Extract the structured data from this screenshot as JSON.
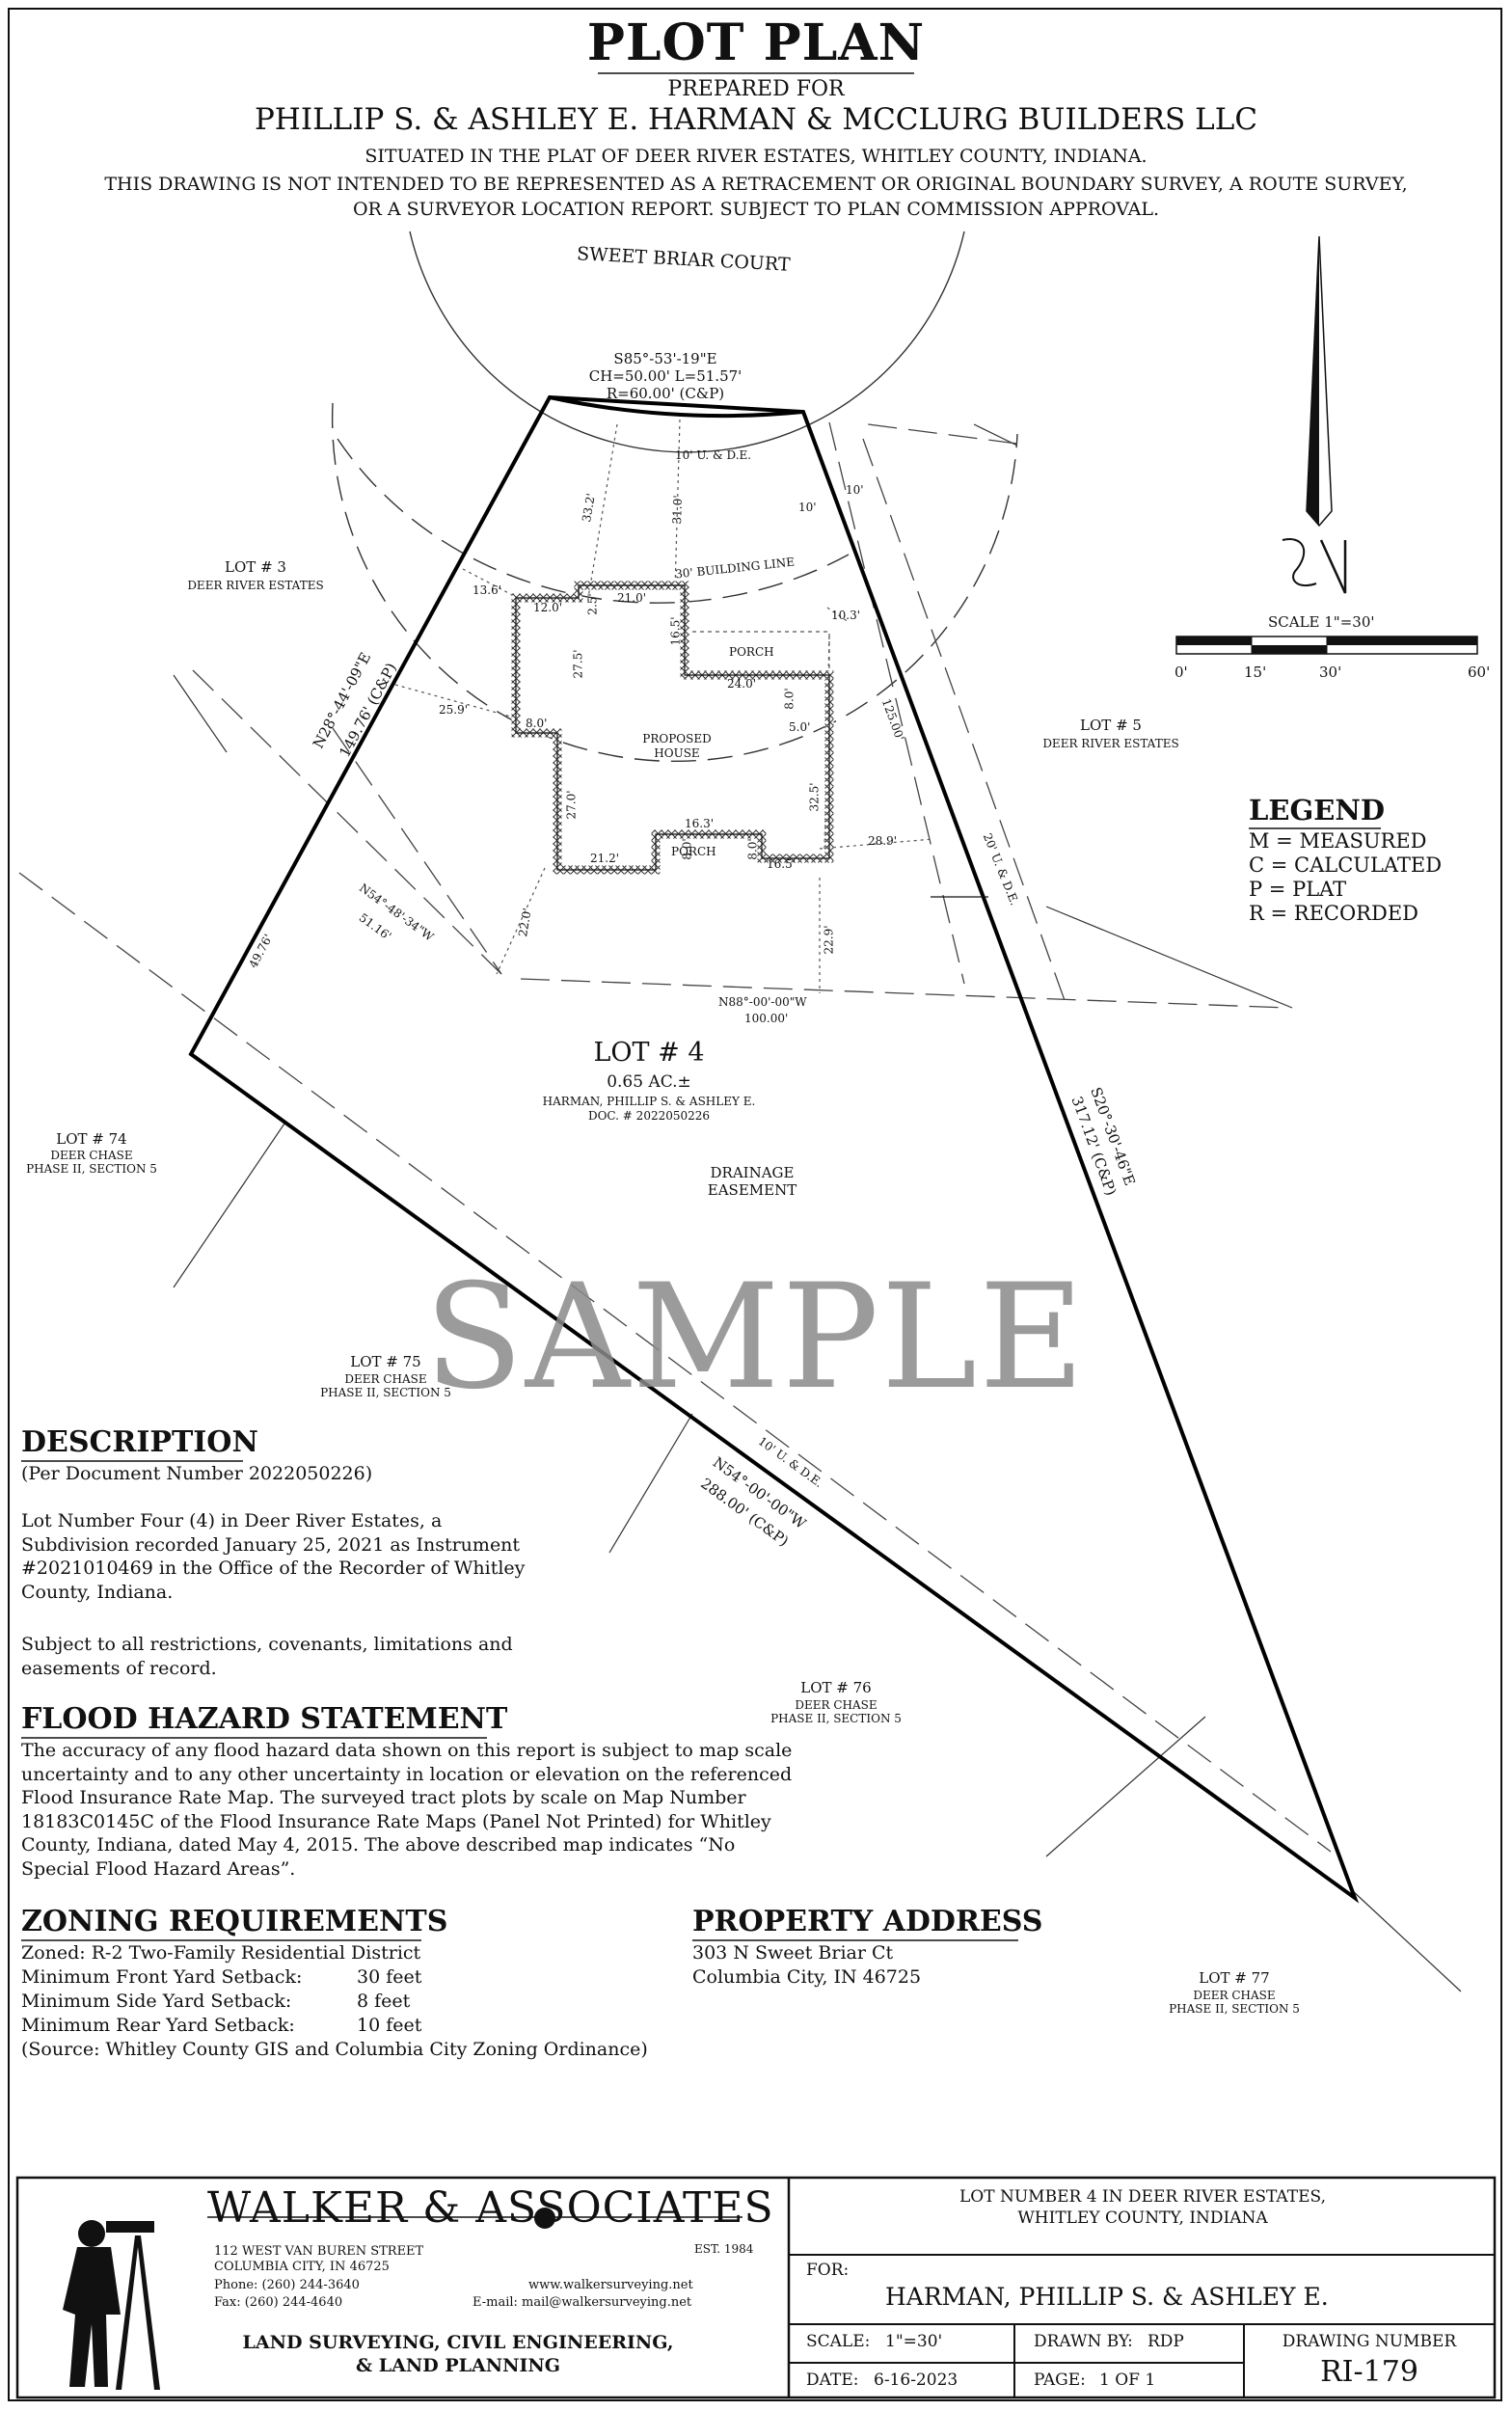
{
  "header": {
    "title": "PLOT PLAN",
    "prepared_for": "PREPARED FOR",
    "client": "PHILLIP S. & ASHLEY E. HARMAN & MCCLURG BUILDERS LLC",
    "situated": "SITUATED IN THE PLAT OF DEER RIVER ESTATES, WHITLEY COUNTY, INDIANA.",
    "disclaimer": "THIS DRAWING IS NOT INTENDED TO BE REPRESENTED AS A RETRACEMENT OR ORIGINAL BOUNDARY SURVEY, A ROUTE SURVEY, OR A SURVEYOR LOCATION REPORT. SUBJECT TO PLAN COMMISSION APPROVAL."
  },
  "plan": {
    "street": "SWEET BRIAR COURT",
    "curve": {
      "bearing": "S85°-53'-19\"E",
      "chord_length": "CH=50.00' L=51.57'",
      "radius": "R=60.00' (C&P)"
    },
    "ude_10_front": "10' U. & D.E.",
    "building_line": "30' BUILDING LINE",
    "ten_left": "10'",
    "ten_right": "10'",
    "ude_20": "20' U. & D.E.",
    "ude_10_rear": "10' U. & D.E.",
    "west_line": {
      "bearing": "N28°-44'-09\"E",
      "length": "149.76' (C&P)",
      "segment": "49.76'"
    },
    "east_line": {
      "bearing": "S20°-30'-46\"E",
      "length": "317.12' (C&P)",
      "segment": "125.00'"
    },
    "rear_line": {
      "bearing": "N54°-00'-00\"W",
      "length": "288.00' (C&P)"
    },
    "diag_line": {
      "bearing": "N54°-48'-34\"W",
      "length": "51.16'"
    },
    "bottom_line": {
      "bearing": "N88°-00'-00\"W",
      "length": "100.00'"
    },
    "house": {
      "label_1": "PROPOSED",
      "label_2": "HOUSE",
      "porch_top": "PORCH",
      "porch_bottom": "PORCH"
    },
    "dims": {
      "d33_2": "33.2'",
      "d31_0": "31.0'",
      "d13_6": "13.6'",
      "d12_0": "12.0'",
      "d2_5": "2.5'",
      "d21_0": "21.0'",
      "d16_5a": "16.5'",
      "d10_3": "10.3'",
      "d27_5": "27.5'",
      "d24_0": "24.0'",
      "d8_0a": "8.0'",
      "d5_0": "5.0'",
      "d25_9": "25.9'",
      "d8_0b": "8.0'",
      "d27_0": "27.0'",
      "d32_5": "32.5'",
      "d16_3": "16.3'",
      "d8_0c": "8.0'",
      "d8_0d": "8.0'",
      "d21_2": "21.2'",
      "d16_5b": "16.5'",
      "d28_9": "28.9'",
      "d22_0": "22.0'",
      "d22_9": "22.9'"
    },
    "lot4": {
      "title": "LOT # 4",
      "area": "0.65 AC.±",
      "owner": "HARMAN, PHILLIP S. & ASHLEY E.",
      "doc": "DOC. # 2022050226"
    },
    "drainage_1": "DRAINAGE",
    "drainage_2": "EASEMENT",
    "lots": {
      "lot3": {
        "name": "LOT # 3",
        "sub": "DEER RIVER ESTATES"
      },
      "lot5": {
        "name": "LOT # 5",
        "sub": "DEER RIVER ESTATES"
      },
      "lot74": {
        "name": "LOT # 74",
        "sub1": "DEER CHASE",
        "sub2": "PHASE II, SECTION 5"
      },
      "lot75": {
        "name": "LOT # 75",
        "sub1": "DEER CHASE",
        "sub2": "PHASE II, SECTION 5"
      },
      "lot76": {
        "name": "LOT # 76",
        "sub1": "DEER CHASE",
        "sub2": "PHASE II, SECTION 5"
      },
      "lot77": {
        "name": "LOT # 77",
        "sub1": "DEER CHASE",
        "sub2": "PHASE II, SECTION 5"
      }
    },
    "watermark": "SAMPLE"
  },
  "scale_bar": {
    "label": "SCALE   1\"=30'",
    "ticks": [
      "0'",
      "15'",
      "30'",
      "60'"
    ]
  },
  "legend": {
    "title": "LEGEND",
    "items": [
      "M = MEASURED",
      "C = CALCULATED",
      "P = PLAT",
      "R = RECORDED"
    ]
  },
  "description": {
    "title": "DESCRIPTION",
    "subtitle": "(Per Document Number 2022050226)",
    "para1": "Lot Number Four (4) in Deer River Estates, a Subdivision recorded January 25, 2021 as Instrument #2021010469 in the Office of the Recorder of Whitley County, Indiana.",
    "para2": "Subject to all restrictions, covenants, limitations and easements of record."
  },
  "flood": {
    "title": "FLOOD HAZARD STATEMENT",
    "text": "The accuracy of any flood hazard data shown on this report is subject to map scale uncertainty and to any other uncertainty in location or elevation on the referenced Flood Insurance Rate Map. The surveyed tract plots by scale on Map Number 18183C0145C of the Flood Insurance Rate Maps (Panel Not Printed) for Whitley County, Indiana, dated May 4, 2015.  The above described map indicates “No Special Flood Hazard Areas”."
  },
  "zoning": {
    "title": "ZONING REQUIREMENTS",
    "zoned": "Zoned: R-2 Two-Family Residential District",
    "rows": [
      {
        "label": "Minimum Front Yard Setback:",
        "value": "30 feet"
      },
      {
        "label": "Minimum Side Yard Setback:",
        "value": "8 feet"
      },
      {
        "label": "Minimum Rear Yard Setback:",
        "value": "10 feet"
      }
    ],
    "source": "(Source: Whitley County GIS and Columbia City Zoning Ordinance)"
  },
  "address": {
    "title": "PROPERTY ADDRESS",
    "line1": "303 N Sweet Briar Ct",
    "line2": "Columbia City, IN 46725"
  },
  "company": {
    "name": "WALKER & ASSOCIATES",
    "est": "EST. 1984",
    "street": "112 WEST VAN BUREN STREET",
    "city": "COLUMBIA CITY, IN 46725",
    "phone": "Phone: (260) 244-3640",
    "fax": "Fax: (260) 244-4640",
    "web": "www.walkersurveying.net",
    "email": "E-mail: mail@walkersurveying.net",
    "services_1": "LAND SURVEYING, CIVIL ENGINEERING,",
    "services_2": "& LAND PLANNING"
  },
  "title_block": {
    "lot_line1": "LOT NUMBER 4 IN DEER RIVER ESTATES,",
    "lot_line2": "WHITLEY COUNTY, INDIANA",
    "for_label": "FOR:",
    "for_value": "HARMAN, PHILLIP S. & ASHLEY E.",
    "scale_label": "SCALE:",
    "scale_value": "1\"=30'",
    "drawn_label": "DRAWN BY:",
    "drawn_value": "RDP",
    "drawing_number_label": "DRAWING NUMBER",
    "drawing_number": "RI-179",
    "date_label": "DATE:",
    "date_value": "6-16-2023",
    "page_label": "PAGE:",
    "page_value": "1 OF 1"
  }
}
